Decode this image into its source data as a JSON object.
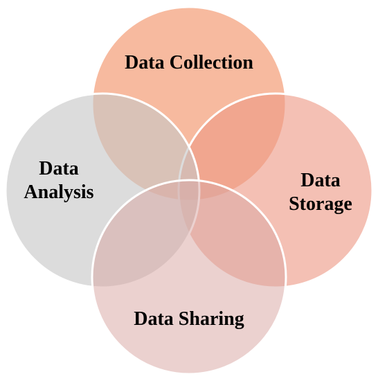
{
  "diagram": {
    "type": "four-circle-venn",
    "circles": [
      {
        "id": "collection",
        "lines": [
          "Data Collection"
        ],
        "color": "#F4A07A"
      },
      {
        "id": "storage",
        "lines": [
          "Data",
          "Storage"
        ],
        "color": "#EE9A86"
      },
      {
        "id": "analysis",
        "lines": [
          "Data",
          "Analysis"
        ],
        "color": "#C6C6C6"
      },
      {
        "id": "sharing",
        "lines": [
          "Data Sharing"
        ],
        "color": "#D9A7A3"
      }
    ]
  }
}
